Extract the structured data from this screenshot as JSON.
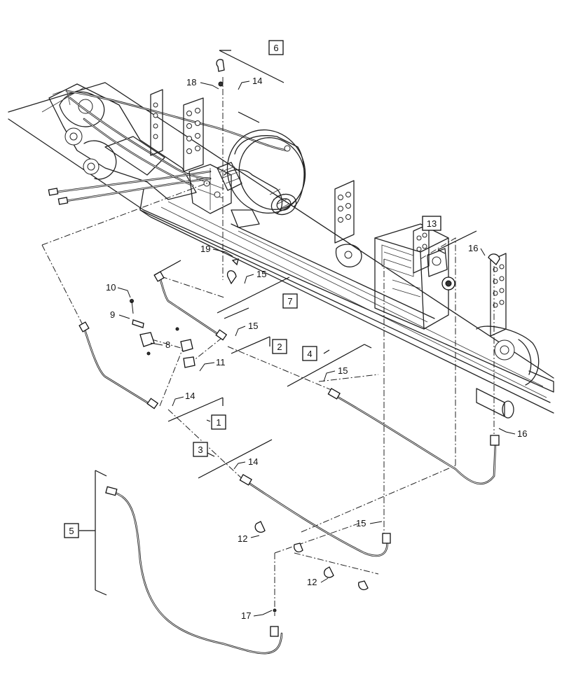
{
  "callouts": [
    {
      "id": "c18",
      "text": "18"
    },
    {
      "id": "c14a",
      "text": "14"
    },
    {
      "id": "c19",
      "text": "19"
    },
    {
      "id": "c15a",
      "text": "15"
    },
    {
      "id": "c10",
      "text": "10"
    },
    {
      "id": "c9",
      "text": "9"
    },
    {
      "id": "c8",
      "text": "8"
    },
    {
      "id": "c11",
      "text": "11"
    },
    {
      "id": "c15b",
      "text": "15"
    },
    {
      "id": "c15c",
      "text": "15"
    },
    {
      "id": "c16a",
      "text": "16"
    },
    {
      "id": "c16b",
      "text": "16"
    },
    {
      "id": "c14b",
      "text": "14"
    },
    {
      "id": "c14c",
      "text": "14"
    },
    {
      "id": "c15d",
      "text": "15"
    },
    {
      "id": "c12a",
      "text": "12"
    },
    {
      "id": "c12b",
      "text": "12"
    },
    {
      "id": "c17",
      "text": "17"
    }
  ],
  "item_boxes": [
    {
      "id": "b6",
      "text": "6"
    },
    {
      "id": "b7",
      "text": "7"
    },
    {
      "id": "b2",
      "text": "2"
    },
    {
      "id": "b4",
      "text": "4"
    },
    {
      "id": "b13",
      "text": "13"
    },
    {
      "id": "b1",
      "text": "1"
    },
    {
      "id": "b3",
      "text": "3"
    },
    {
      "id": "b5",
      "text": "5"
    }
  ]
}
